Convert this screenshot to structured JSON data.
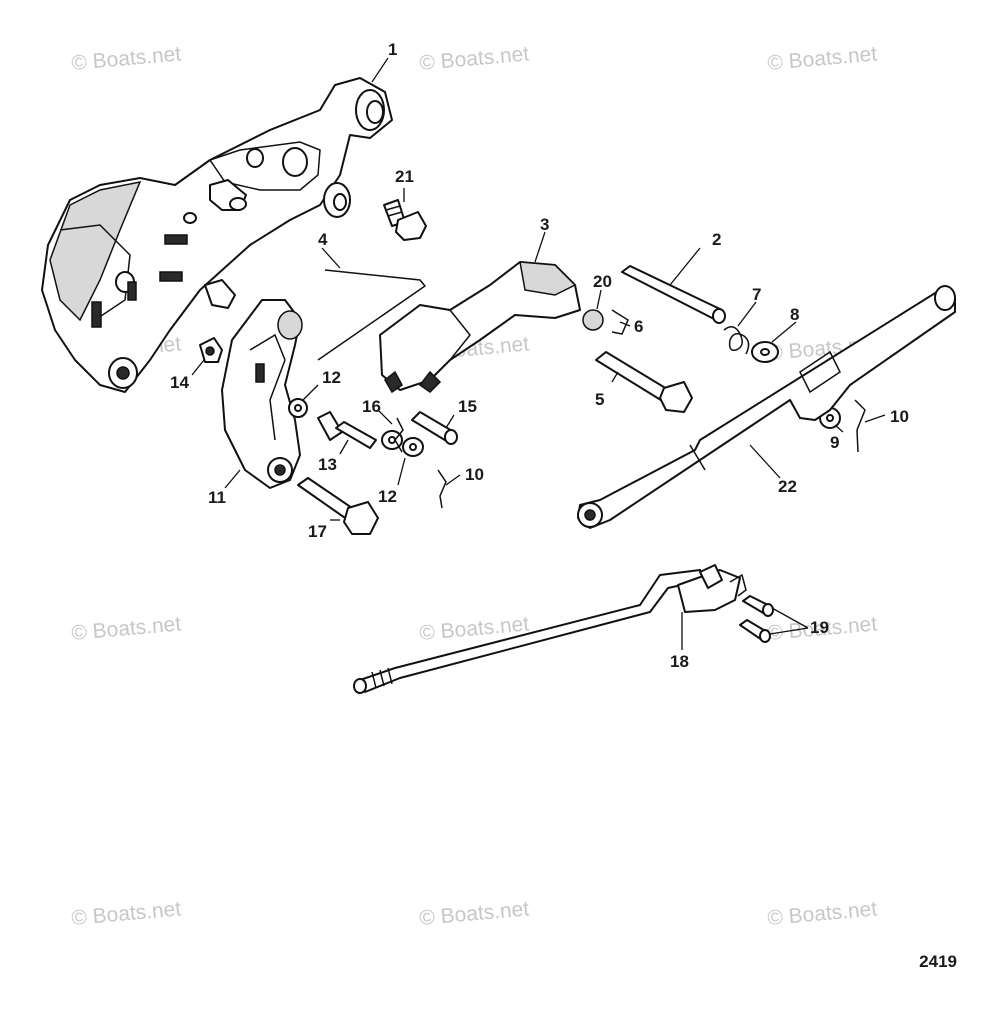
{
  "watermark": "© Boats.net",
  "figure_number": "2419",
  "callouts": [
    "1",
    "2",
    "3",
    "4",
    "5",
    "6",
    "7",
    "8",
    "9",
    "10",
    "10",
    "11",
    "12",
    "12",
    "13",
    "14",
    "15",
    "16",
    "17",
    "18",
    "19",
    "20",
    "21",
    "22"
  ]
}
